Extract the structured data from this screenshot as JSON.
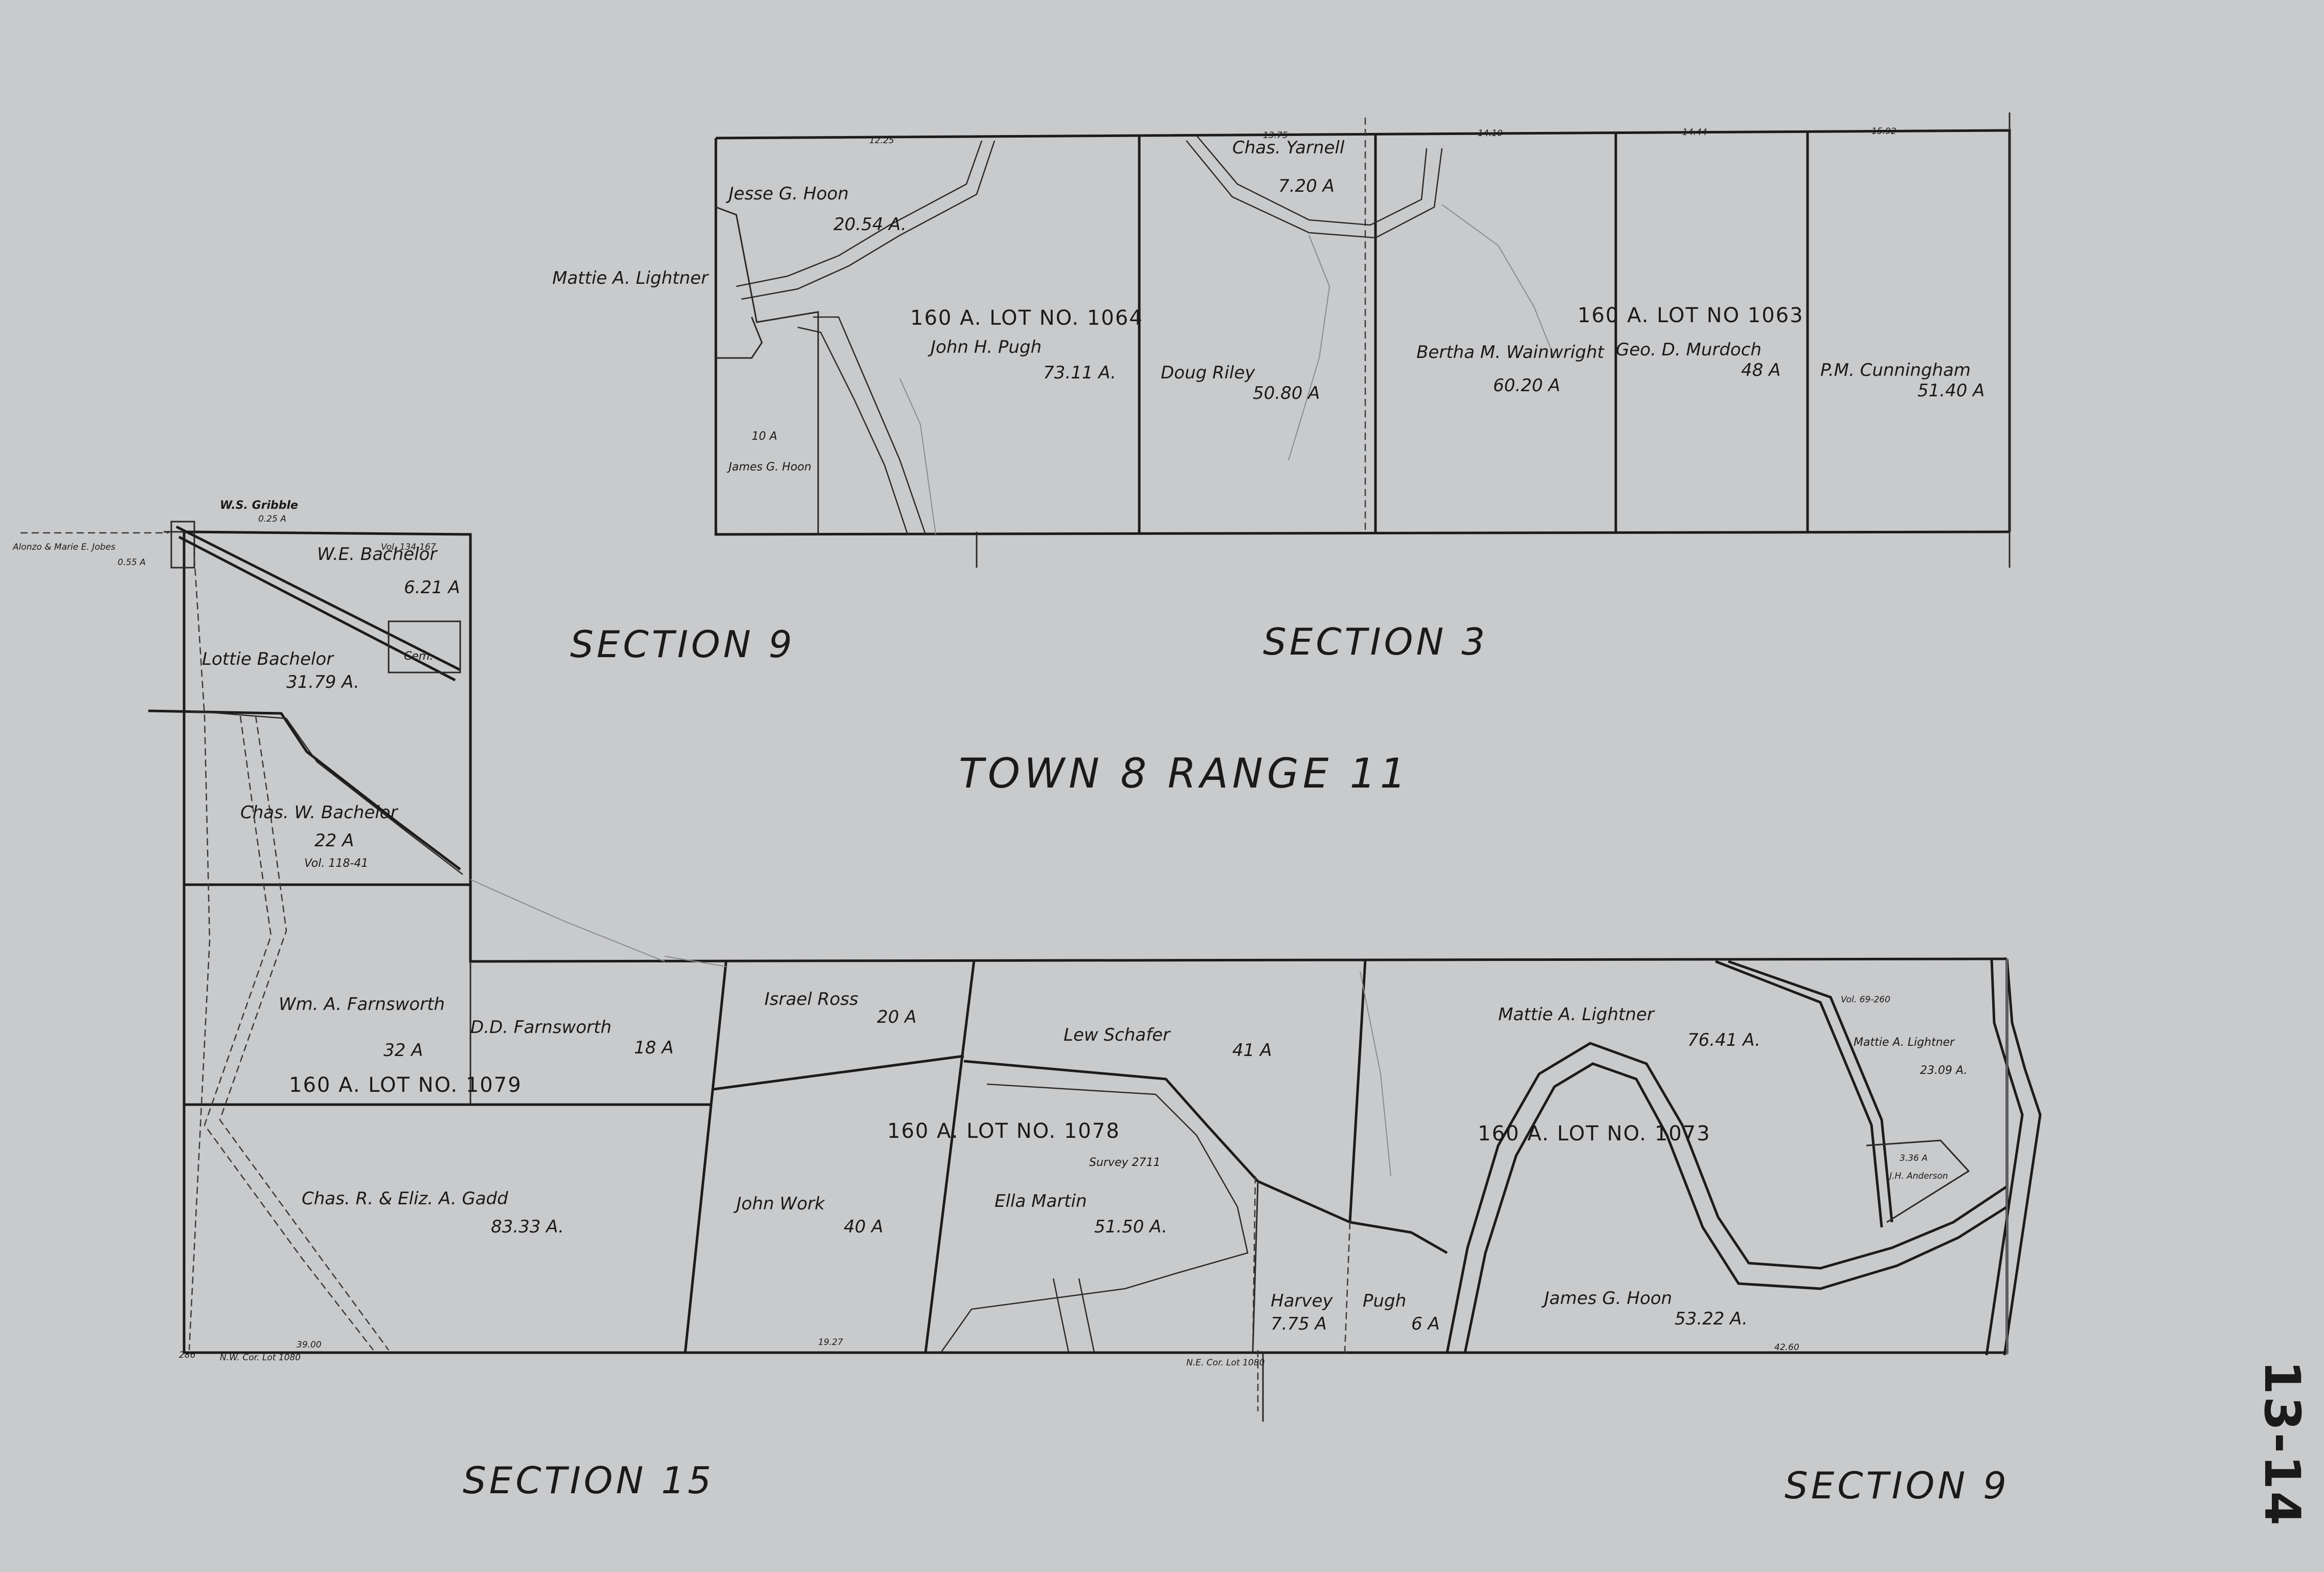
{
  "sheet_number": "13-14",
  "sections": {
    "top_left": "SECTION 9",
    "top_right": "SECTION 3",
    "bottom_left": "SECTION 15",
    "bottom_right": "SECTION 9"
  },
  "township": "TOWN 8  RANGE 11",
  "lots": {
    "l1064": "160 A. LOT NO. 1064",
    "l1063": "160 A. LOT NO 1063",
    "l1079": "160 A. LOT NO. 1079",
    "l1078": "160  A. LOT NO. 1078",
    "l1073": "160 A. LOT NO.   1073"
  },
  "owners": {
    "jesse_hoon": "Jesse G. Hoon",
    "jesse_hoon_acres": "20.54 A.",
    "mattie_lightner_top": "Mattie A. Lightner",
    "john_pugh": "John H. Pugh",
    "john_pugh_acres": "73.11 A.",
    "james_hoon_top_acres": "10 A",
    "james_hoon_top_name": "James G. Hoon",
    "chas_yarnell": "Chas. Yarnell",
    "chas_yarnell_acres": "7.20 A",
    "doug_riley": "Doug Riley",
    "doug_riley_acres": "50.80 A",
    "bertha_wainwright": "Bertha M. Wainwright",
    "bertha_wainwright_acres": "60.20 A",
    "geo_murdoch": "Geo. D. Murdoch",
    "geo_murdoch_acres": "48 A",
    "pm_cunningham": "P.M. Cunningham",
    "pm_cunningham_acres": "51.40 A",
    "ws_gribble": "W.S. Gribble",
    "ws_gribble_acres": "0.25 A",
    "alonzo_jobes": "Alonzo & Marie E. Jobes",
    "alonzo_jobes_acres": "0.55 A",
    "we_bachelor": "W.E. Bachelor",
    "we_bachelor_acres": "6.21 A",
    "vol_134": "Vol. 134-167",
    "lottie_bachelor": "Lottie Bachelor",
    "lottie_bachelor_acres": "31.79 A.",
    "cem": "Cem.",
    "chas_w_bachelor": "Chas. W. Bachelor",
    "chas_w_bachelor_acres": "22 A",
    "vol_118": "Vol. 118-41",
    "wm_farnsworth": "Wm. A. Farnsworth",
    "wm_farnsworth_acres": "32 A",
    "dd_farnsworth": "D.D. Farnsworth",
    "dd_farnsworth_acres": "18 A",
    "israel_ross": "Israel Ross",
    "israel_ross_acres": "20 A",
    "lew_schafer": "Lew Schafer",
    "lew_schafer_acres": "41 A",
    "mattie_lightner_main": "Mattie A. Lightner",
    "mattie_lightner_main_acres": "76.41 A.",
    "mattie_lightner_small": "Mattie A. Lightner",
    "mattie_lightner_small_acres": "23.09 A.",
    "jh_anderson": "J.H. Anderson",
    "jh_anderson_acres": "3.36 A",
    "chas_gadd": "Chas. R. & Eliz. A. Gadd",
    "chas_gadd_acres": "83.33 A.",
    "john_work": "John Work",
    "john_work_acres": "40 A",
    "ella_martin": "Ella Martin",
    "ella_martin_acres": "51.50 A.",
    "survey": "Survey 2711",
    "harvey": "Harvey",
    "harvey_acres": "7.75 A",
    "pugh": "Pugh",
    "pugh_acres": "6 A",
    "james_hoon_bottom": "James G. Hoon",
    "james_hoon_bottom_acres": "53.22 A."
  },
  "annotations": {
    "nw_cor": "N.W. Cor. Lot 1080",
    "ne_cor": "N.E. Cor. Lot 1080",
    "corner_num": "286",
    "top_dim_1": "12.25",
    "top_dim_2": "13.75",
    "top_dim_3": "14.10",
    "top_dim_4": "14.44",
    "top_dim_5": "15.92",
    "bottom_dim_1": "39.00",
    "bottom_dim_2": "19.27",
    "bottom_dim_3": "42.60",
    "vol_69": "Vol. 69-260"
  }
}
